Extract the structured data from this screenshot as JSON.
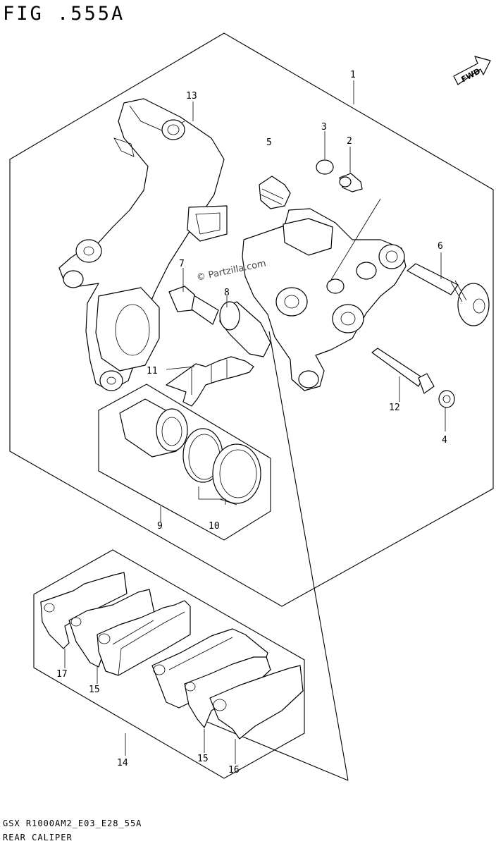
{
  "figure": {
    "title": "FIG .555A",
    "footer_line1": "GSX R1000AM2_E03_E28_55A",
    "footer_line2": "REAR CALIPER",
    "watermark": "© Partzilla.com",
    "fwd_label": "FWD"
  },
  "callouts": [
    "1",
    "2",
    "3",
    "4",
    "5",
    "6",
    "7",
    "8",
    "9",
    "10",
    "11",
    "12",
    "13",
    "14",
    "15",
    "15",
    "16",
    "17"
  ]
}
